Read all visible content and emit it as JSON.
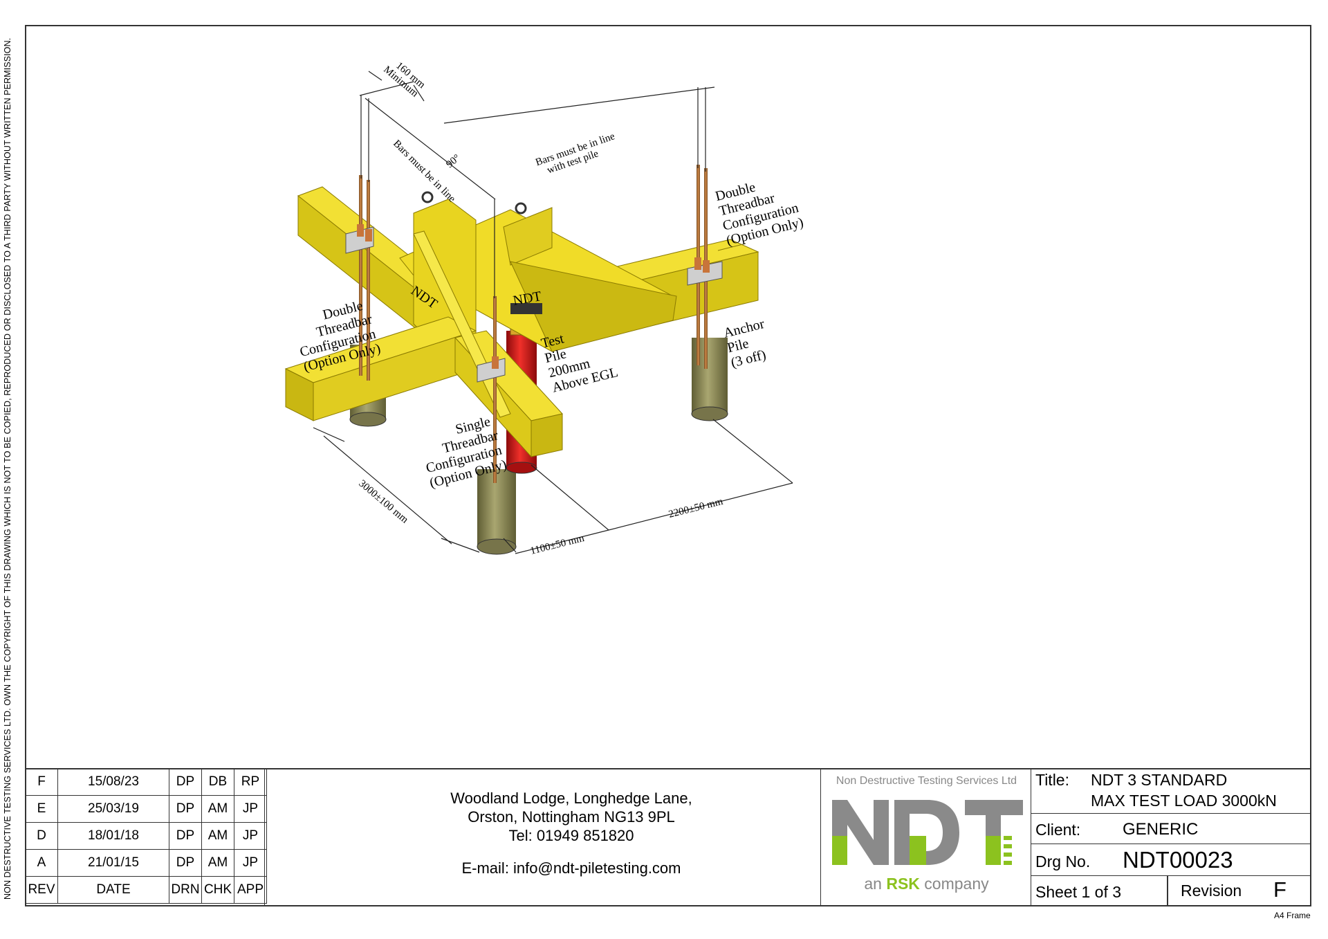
{
  "side_note": "NON DESTRUCTIVE TESTING SERVICES LTD.  OWN THE COPYRIGHT OF THIS DRAWING WHICH IS NOT TO BE COPIED, REPRODUCED OR DISCLOSED TO A THIRD PARTY WITHOUT WRITTEN PERMISSION.",
  "labels": {
    "min_top": "160 mm",
    "min_bottom": "Minimum",
    "bars_inline_testpile_1": "Bars must be in line",
    "bars_inline_testpile_2": "with test pile",
    "bars_inline": "Bars must be in line",
    "angle": "90°",
    "double_right": [
      "Double",
      "Threadbar",
      "Configuration",
      "(Option Only)"
    ],
    "double_left": [
      "Double",
      "Threadbar",
      "Configuration",
      "(Option Only)"
    ],
    "single": [
      "Single",
      "Threadbar",
      "Configuration",
      "(Option Only)"
    ],
    "test_pile": [
      "Test",
      "Pile",
      "200mm",
      "Above EGL"
    ],
    "anchor_pile": [
      "Anchor",
      "Pile",
      "(3 off)"
    ],
    "beam_mark_1": "NDT",
    "beam_mark_2": "NDT",
    "dim_3000": "3000±100 mm",
    "dim_1100": "1100±50 mm",
    "dim_2200": "2200±50 mm"
  },
  "revisions": {
    "rows": [
      {
        "rev": "F",
        "date": "15/08/23",
        "drn": "DP",
        "chk": "DB",
        "app": "RP"
      },
      {
        "rev": "E",
        "date": "25/03/19",
        "drn": "DP",
        "chk": "AM",
        "app": "JP"
      },
      {
        "rev": "D",
        "date": "18/01/18",
        "drn": "DP",
        "chk": "AM",
        "app": "JP"
      },
      {
        "rev": "A",
        "date": "21/01/15",
        "drn": "DP",
        "chk": "AM",
        "app": "JP"
      }
    ],
    "header": {
      "rev": "REV",
      "date": "DATE",
      "drn": "DRN",
      "chk": "CHK",
      "app": "APP"
    }
  },
  "address": {
    "line1": "Woodland Lodge, Longhedge Lane,",
    "line2": "Orston, Nottingham NG13 9PL",
    "tel": "Tel:  01949 851820",
    "email": "E-mail: info@ndt-piletesting.com"
  },
  "logo": {
    "company": "Non Destructive Testing Services Ltd",
    "mark": "NDT",
    "tagline_pre": "an ",
    "tagline_brand": "RSK",
    "tagline_post": " company",
    "grey": "#8a8a8a",
    "green": "#8cc21f"
  },
  "info": {
    "title_label": "Title:",
    "title_line1": "NDT 3 STANDARD",
    "title_line2": "MAX TEST LOAD 3000kN",
    "client_label": "Client:",
    "client": "GENERIC",
    "drg_label": "Drg No.",
    "drg": "NDT00023",
    "sheet": "Sheet 1 of 3",
    "revision_label": "Revision",
    "revision": "F"
  },
  "frame_label": "A4 Frame",
  "colors": {
    "beam": "#e6d21a",
    "beam_dark": "#b8a70f",
    "test_pile": "#d81c1c",
    "anchor_pile": "#8f8c55"
  }
}
